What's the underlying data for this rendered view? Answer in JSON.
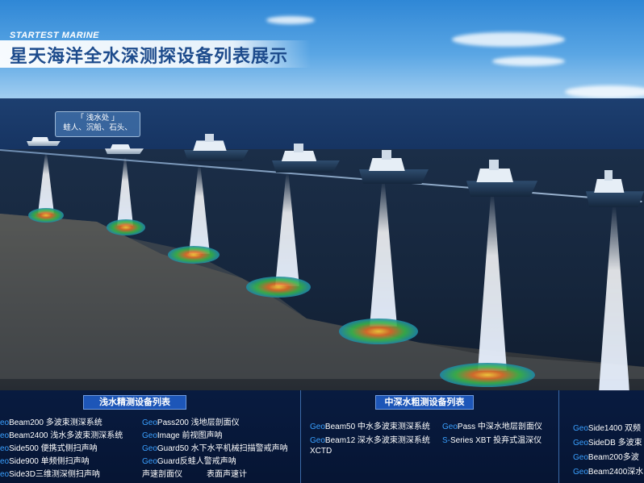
{
  "header": {
    "brand": "STARTEST MARINE",
    "title": "星天海洋全水深测探设备列表展示"
  },
  "callout": {
    "line1": "「 浅水处 」",
    "line2": "蛙人、沉船、石头、"
  },
  "shallow": {
    "heading": "浅水精测设备列表",
    "col1": [
      {
        "geo": "eo",
        "rest": "Beam200 多波束测深系统"
      },
      {
        "geo": "eo",
        "rest": "Beam2400 浅水多波束测深系统"
      },
      {
        "geo": "eo",
        "rest": "Side500 便携式侧扫声呐"
      },
      {
        "geo": "eo",
        "rest": "Side900 单频侧扫声呐"
      },
      {
        "geo": "eo",
        "rest": "Side3D三维测深侧扫声呐"
      }
    ],
    "col2": [
      {
        "geo": "Geo",
        "rest": "Pass200 浅地层剖面仪"
      },
      {
        "geo": "Geo",
        "rest": "Image 前视图声呐"
      },
      {
        "geo": "Geo",
        "rest": "Guard50 水下水平机械扫描警戒声呐"
      },
      {
        "geo": "Geo",
        "rest": "Guard反蛙人警戒声呐"
      },
      {
        "geo": "",
        "rest": "声速剖面仪"
      }
    ],
    "extra": "表面声速计"
  },
  "mid": {
    "heading": "中深水粗测设备列表",
    "col1": [
      {
        "geo": "Geo",
        "rest": "Beam50 中水多波束测深系统"
      },
      {
        "geo": "Geo",
        "rest": "Beam12 深水多波束测深系统"
      },
      {
        "geo": "",
        "rest": "XCTD"
      }
    ],
    "col2": [
      {
        "geo": "Geo",
        "rest": "Pass 中深水地层剖面仪"
      },
      {
        "geo": "S-",
        "rest": "Series XBT 投弃式温深仪"
      }
    ]
  },
  "deep": {
    "col1": [
      {
        "geo": "Geo",
        "rest": "Side1400 双频"
      },
      {
        "geo": "Geo",
        "rest": "SideDB 多波束"
      },
      {
        "geo": "Geo",
        "rest": "Beam200多波"
      },
      {
        "geo": "Geo",
        "rest": "Beam2400深水"
      }
    ]
  }
}
